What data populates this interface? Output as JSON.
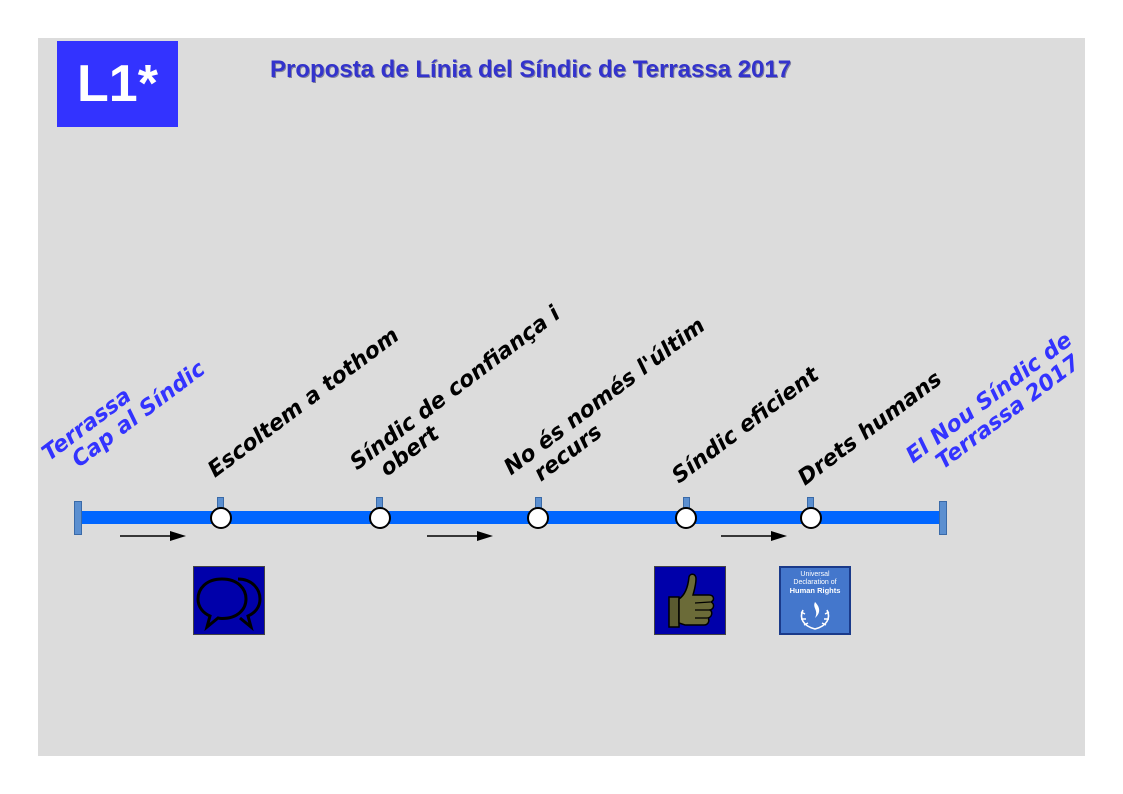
{
  "badge": {
    "text": "L1*"
  },
  "title": "Proposta de Línia del Síndic de Terrassa 2017",
  "colors": {
    "line": "#0066ff",
    "badge": "#3333ff",
    "title": "#3333cc",
    "background": "#dcdcdc"
  },
  "start_label": {
    "line1": "Terrassa",
    "line2": "Cap al Síndic"
  },
  "end_label": {
    "line1": "El Nou Síndic de",
    "line2": "Terrassa 2017"
  },
  "milestones": [
    {
      "line1": "Escoltem a tothom",
      "line2": ""
    },
    {
      "line1": "Síndic de confiança i",
      "line2": "obert"
    },
    {
      "line1": "No és només l'últim",
      "line2": "recurs"
    },
    {
      "line1": "Síndic eficient",
      "line2": ""
    },
    {
      "line1": "Drets humans",
      "line2": ""
    }
  ],
  "icons": [
    {
      "name": "speech-bubbles-icon"
    },
    {
      "name": "thumbs-up-icon"
    },
    {
      "name": "human-rights-icon",
      "line1": "Universal",
      "line2": "Declaration of",
      "line3": "Human Rights"
    }
  ]
}
